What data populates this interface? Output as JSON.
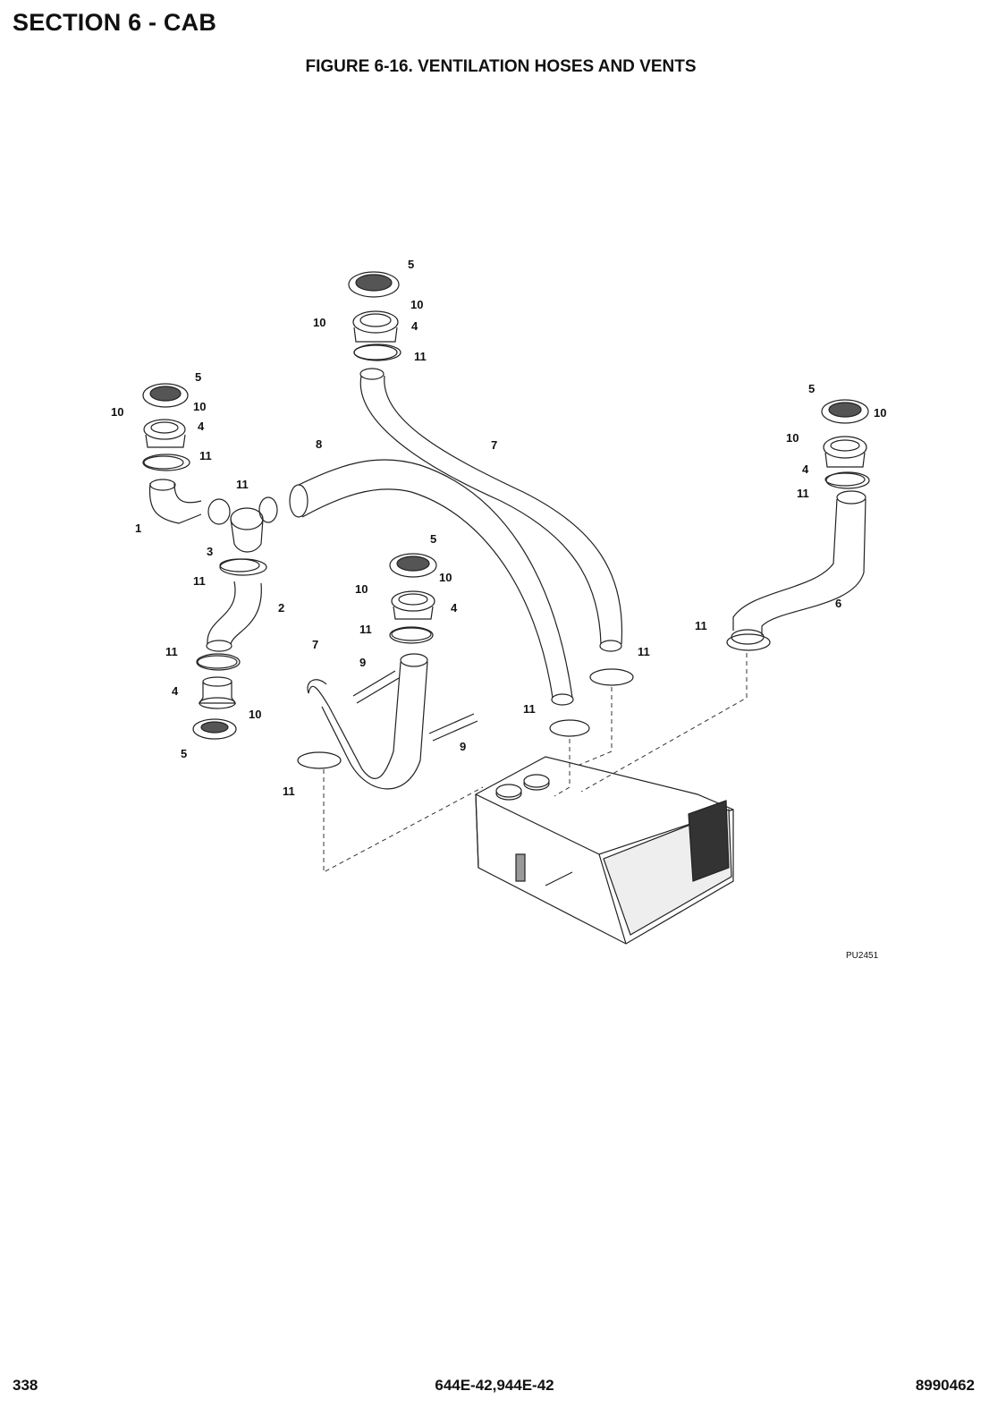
{
  "header": {
    "section": "SECTION 6 - CAB",
    "figure": "FIGURE 6-16. VENTILATION HOSES AND VENTS"
  },
  "diagram": {
    "drawing_code": "PU2451",
    "callouts": [
      "5",
      "10",
      "10",
      "4",
      "11",
      "5",
      "10",
      "10",
      "4",
      "11",
      "1",
      "11",
      "3",
      "8",
      "7",
      "11",
      "2",
      "11",
      "4",
      "10",
      "5",
      "5",
      "10",
      "10",
      "4",
      "11",
      "7",
      "9",
      "9",
      "11",
      "11",
      "11",
      "5",
      "10",
      "10",
      "4",
      "11",
      "6",
      "11"
    ]
  },
  "footer": {
    "page": "338",
    "model": "644E-42,944E-42",
    "part_number": "8990462"
  }
}
